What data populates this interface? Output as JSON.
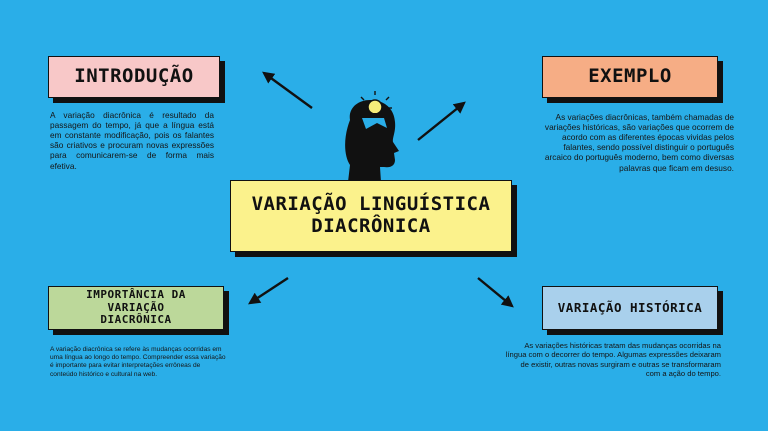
{
  "center": {
    "title_line1": "VARIAÇÃO LINGUÍSTICA",
    "title_line2": "DIACRÔNICA"
  },
  "introducao": {
    "title": "INTRODUÇÃO",
    "text": "A variação diacrônica é resultado da passagem do tempo, já que a língua está em constante modificação, pois os falantes são criativos e procuram novas expressões para comunicarem-se de forma mais efetiva."
  },
  "exemplo": {
    "title": "EXEMPLO",
    "text": "As variações diacrônicas, também chamadas de variações históricas, são variações que ocorrem de acordo com as diferentes épocas vividas pelos falantes, sendo possível distinguir o português arcaico do português moderno, bem como diversas palavras que ficam em desuso."
  },
  "importancia": {
    "title_line1": "IMPORTÂNCIA DA VARIAÇÃO",
    "title_line2": "DIACRÔNICA",
    "text": "A variação diacrônica se refere às mudanças ocorridas em uma língua ao longo do tempo. Compreender essa variação é importante para evitar interpretações errôneas de conteúdo histórico e cultural na web."
  },
  "variacao_historica": {
    "title": "VARIAÇÃO HISTÓRICA",
    "text": "As variações históricas tratam das mudanças ocorridas na língua com o decorrer do tempo. Algumas expressões deixaram de existir, outras novas surgiram e outras se transformaram com a ação do tempo."
  },
  "icons": [
    "head-lightbulb-icon",
    "arrow-up-left-icon",
    "arrow-up-right-icon",
    "arrow-down-left-icon",
    "arrow-down-right-icon"
  ],
  "colors": {
    "background": "#2aaee8",
    "introducao": "#f8c8c8",
    "exemplo": "#f6ad85",
    "center": "#fbf28c",
    "importancia": "#bcd89a",
    "variacao_historica": "#a9d0ec"
  }
}
